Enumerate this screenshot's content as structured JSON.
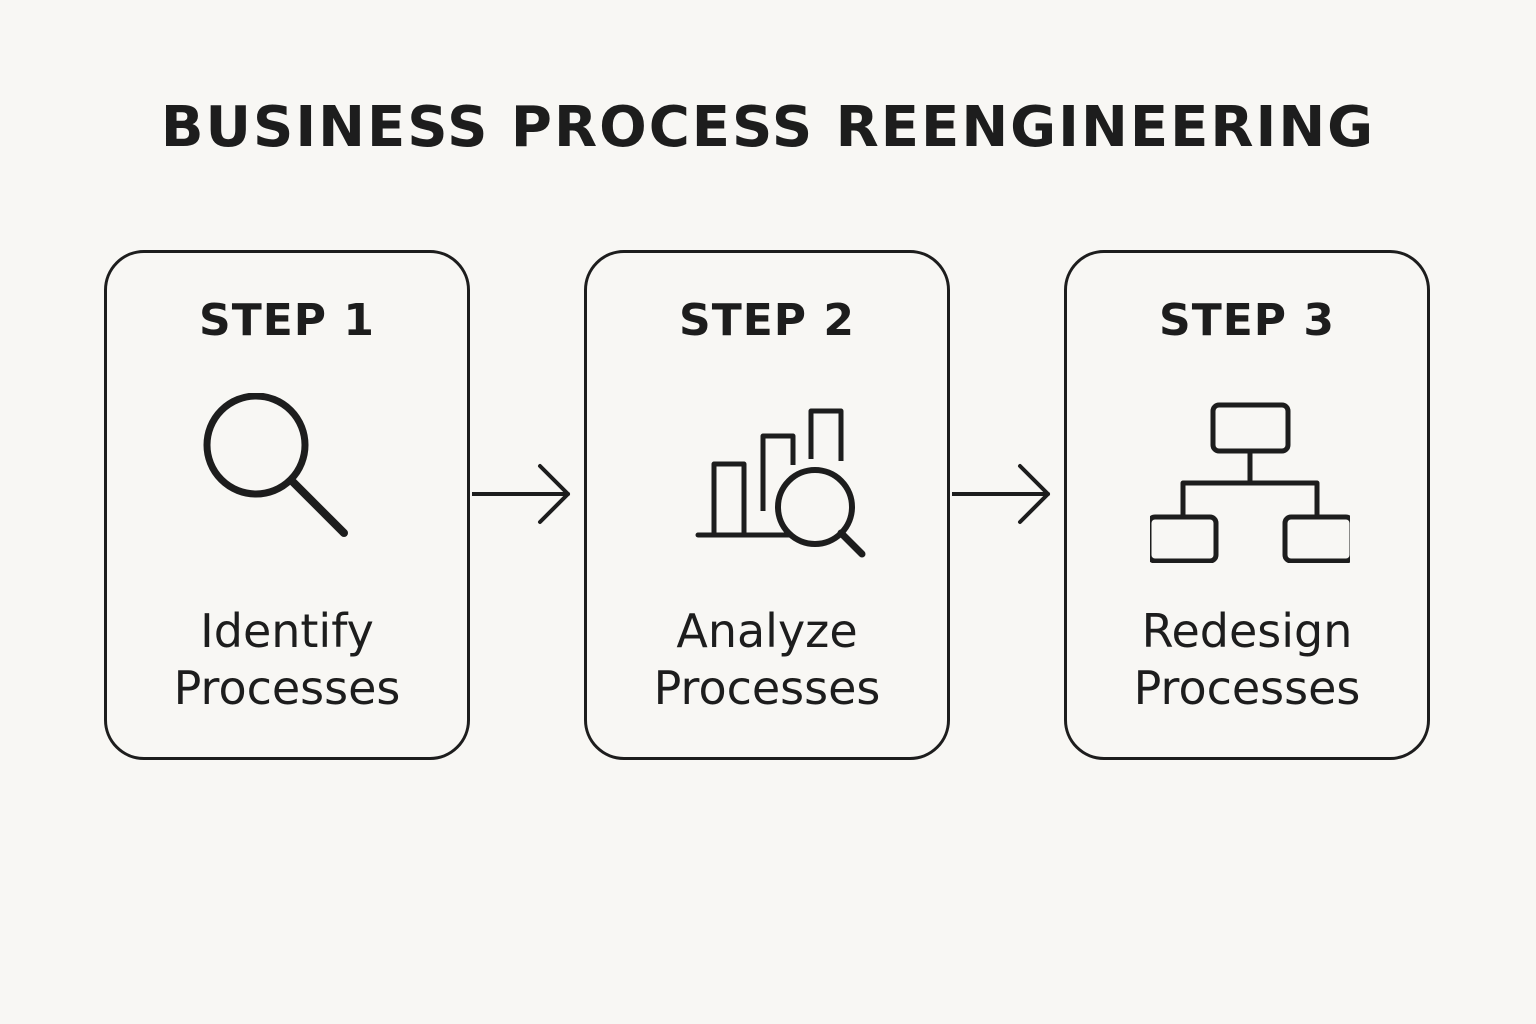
{
  "title": "BUSINESS PROCESS REENGINEERING",
  "steps": [
    {
      "label": "STEP 1",
      "text_line1": "Identify",
      "text_line2": "Processes",
      "icon": "magnifier-icon"
    },
    {
      "label": "STEP 2",
      "text_line1": "Analyze",
      "text_line2": "Processes",
      "icon": "bar-chart-magnifier-icon"
    },
    {
      "label": "STEP 3",
      "text_line1": "Redesign",
      "text_line2": "Processes",
      "icon": "hierarchy-icon"
    }
  ],
  "colors": {
    "background": "#f8f7f4",
    "stroke": "#1d1d1d"
  }
}
